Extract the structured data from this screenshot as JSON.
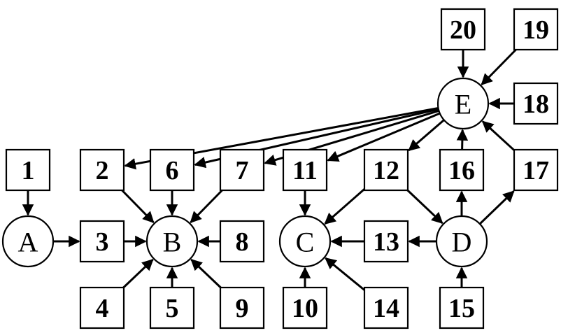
{
  "diagram": {
    "circle_nodes": [
      {
        "id": "A",
        "label": "A"
      },
      {
        "id": "B",
        "label": "B"
      },
      {
        "id": "C",
        "label": "C"
      },
      {
        "id": "D",
        "label": "D"
      },
      {
        "id": "E",
        "label": "E"
      }
    ],
    "box_nodes": [
      {
        "id": "1",
        "label": "1"
      },
      {
        "id": "2",
        "label": "2"
      },
      {
        "id": "3",
        "label": "3"
      },
      {
        "id": "4",
        "label": "4"
      },
      {
        "id": "5",
        "label": "5"
      },
      {
        "id": "6",
        "label": "6"
      },
      {
        "id": "7",
        "label": "7"
      },
      {
        "id": "8",
        "label": "8"
      },
      {
        "id": "9",
        "label": "9"
      },
      {
        "id": "10",
        "label": "10"
      },
      {
        "id": "11",
        "label": "11"
      },
      {
        "id": "12",
        "label": "12"
      },
      {
        "id": "13",
        "label": "13"
      },
      {
        "id": "14",
        "label": "14"
      },
      {
        "id": "15",
        "label": "15"
      },
      {
        "id": "16",
        "label": "16"
      },
      {
        "id": "17",
        "label": "17"
      },
      {
        "id": "18",
        "label": "18"
      },
      {
        "id": "19",
        "label": "19"
      },
      {
        "id": "20",
        "label": "20"
      }
    ],
    "edges": [
      {
        "from": "1",
        "to": "A"
      },
      {
        "from": "A",
        "to": "3"
      },
      {
        "from": "3",
        "to": "B"
      },
      {
        "from": "2",
        "to": "B"
      },
      {
        "from": "6",
        "to": "B"
      },
      {
        "from": "7",
        "to": "B"
      },
      {
        "from": "8",
        "to": "B"
      },
      {
        "from": "4",
        "to": "B"
      },
      {
        "from": "5",
        "to": "B"
      },
      {
        "from": "9",
        "to": "B"
      },
      {
        "from": "11",
        "to": "C"
      },
      {
        "from": "12",
        "to": "C"
      },
      {
        "from": "12",
        "to": "D"
      },
      {
        "from": "13",
        "to": "C"
      },
      {
        "from": "D",
        "to": "13"
      },
      {
        "from": "10",
        "to": "C"
      },
      {
        "from": "14",
        "to": "C"
      },
      {
        "from": "15",
        "to": "D"
      },
      {
        "from": "D",
        "to": "16"
      },
      {
        "from": "D",
        "to": "17"
      },
      {
        "from": "16",
        "to": "E"
      },
      {
        "from": "17",
        "to": "E"
      },
      {
        "from": "18",
        "to": "E"
      },
      {
        "from": "19",
        "to": "E"
      },
      {
        "from": "20",
        "to": "E"
      },
      {
        "from": "E",
        "to": "2"
      },
      {
        "from": "E",
        "to": "6"
      },
      {
        "from": "E",
        "to": "7"
      },
      {
        "from": "E",
        "to": "11"
      },
      {
        "from": "E",
        "to": "12"
      }
    ]
  }
}
